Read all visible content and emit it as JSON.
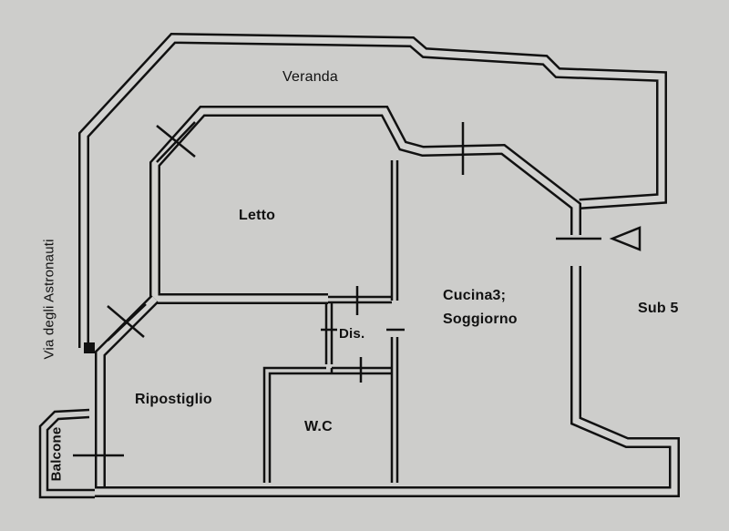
{
  "plan": {
    "rooms": {
      "veranda": "Veranda",
      "letto": "Letto",
      "cucina_line1": "Cucina3;",
      "cucina_line2": "Soggiorno",
      "disimpegno": "Dis.",
      "ripostiglio": "Ripostiglio",
      "wc": "W.C",
      "balcone": "Balcone"
    },
    "street": "Via degli Astronauti",
    "neighbor": "Sub 5"
  }
}
